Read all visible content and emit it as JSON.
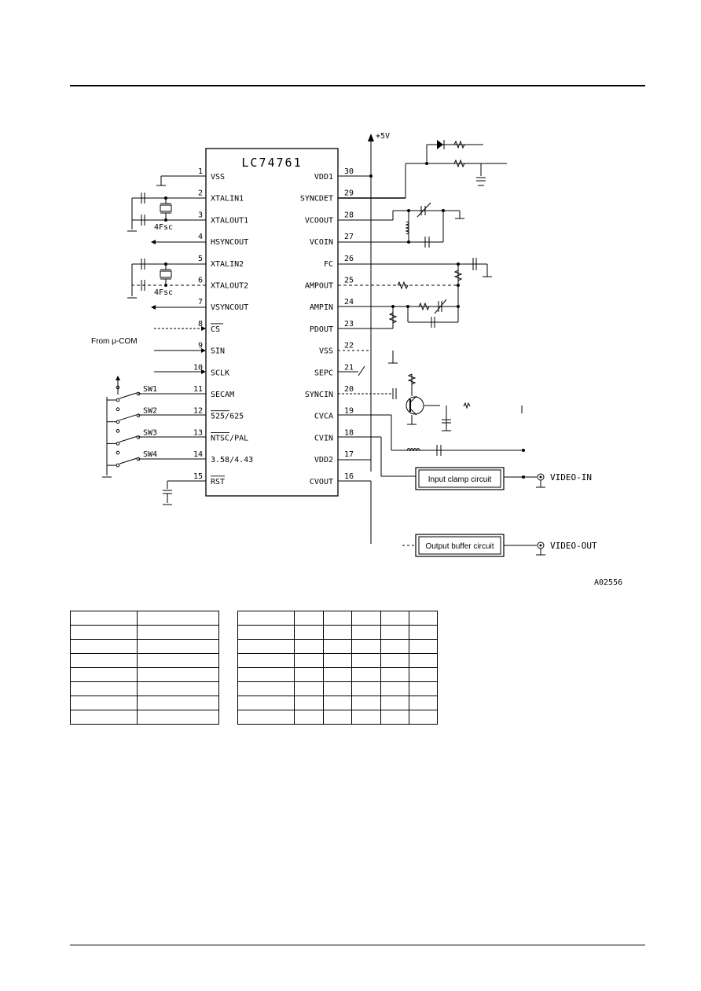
{
  "chip": {
    "title": "LC74761",
    "left_pins": [
      {
        "num": "1",
        "name": "VSS"
      },
      {
        "num": "2",
        "name": "XTALIN1"
      },
      {
        "num": "3",
        "name": "XTALOUT1"
      },
      {
        "num": "4",
        "name": "HSYNCOUT"
      },
      {
        "num": "5",
        "name": "XTALIN2"
      },
      {
        "num": "6",
        "name": "XTALOUT2"
      },
      {
        "num": "7",
        "name": "VSYNCOUT"
      },
      {
        "num": "8",
        "name": "CS"
      },
      {
        "num": "9",
        "name": "SIN"
      },
      {
        "num": "10",
        "name": "SCLK"
      },
      {
        "num": "11",
        "name": "SECAM"
      },
      {
        "num": "12",
        "name": "525/625"
      },
      {
        "num": "13",
        "name": "NTSC/PAL"
      },
      {
        "num": "14",
        "name": "3.58/4.43"
      },
      {
        "num": "15",
        "name": "RST"
      }
    ],
    "right_pins": [
      {
        "num": "30",
        "name": "VDD1"
      },
      {
        "num": "29",
        "name": "SYNCDET"
      },
      {
        "num": "28",
        "name": "VCOOUT"
      },
      {
        "num": "27",
        "name": "VCOIN"
      },
      {
        "num": "26",
        "name": "FC"
      },
      {
        "num": "25",
        "name": "AMPOUT"
      },
      {
        "num": "24",
        "name": "AMPIN"
      },
      {
        "num": "23",
        "name": "PDOUT"
      },
      {
        "num": "22",
        "name": "VSS"
      },
      {
        "num": "21",
        "name": "SEPC"
      },
      {
        "num": "20",
        "name": "SYNCIN"
      },
      {
        "num": "19",
        "name": "CVCA"
      },
      {
        "num": "18",
        "name": "CVIN"
      },
      {
        "num": "17",
        "name": "VDD2"
      },
      {
        "num": "16",
        "name": "CVOUT"
      }
    ]
  },
  "labels": {
    "supply": "+5V",
    "crystal1": "4Fsc",
    "crystal2": "4Fsc",
    "from_mcu": "From μ-COM",
    "switches": [
      "SW1",
      "SW2",
      "SW3",
      "SW4"
    ],
    "input_clamp": "Input clamp circuit",
    "output_buffer": "Output buffer circuit",
    "video_in": "VIDEO-IN",
    "video_out": "VIDEO-OUT",
    "figure_code": "A02556"
  },
  "tables": {
    "left_rows": 8,
    "left_cols": 2,
    "right_rows": 8,
    "right_cols": 6
  }
}
